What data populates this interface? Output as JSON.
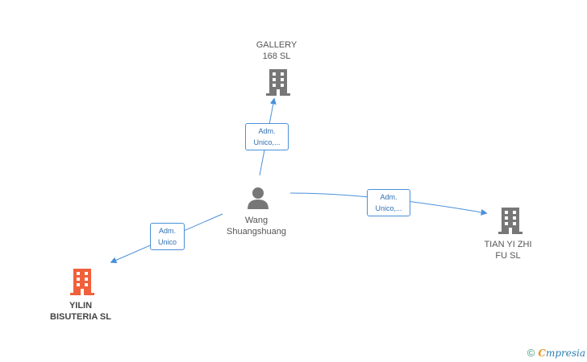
{
  "nodes": {
    "gallery": {
      "line1": "GALLERY",
      "line2": "168 SL",
      "type": "company",
      "color": "#777777"
    },
    "tian": {
      "line1": "TIAN YI ZHI",
      "line2": "FU  SL",
      "type": "company",
      "color": "#777777"
    },
    "yilin": {
      "line1": "YILIN",
      "line2": "BISUTERIA SL",
      "type": "company",
      "color": "#f0603a"
    },
    "person": {
      "line1": "Wang",
      "line2": "Shuangshuang",
      "type": "person",
      "color": "#777777"
    }
  },
  "edges": {
    "to_gallery": {
      "line1": "Adm.",
      "line2": "Unico,..."
    },
    "to_tian": {
      "line1": "Adm.",
      "line2": "Unico,..."
    },
    "to_yilin": {
      "line1": "Adm.",
      "line2": "Unico"
    }
  },
  "colors": {
    "edge": "#4a90d9",
    "edge_text": "#2f6fb3"
  },
  "footer": {
    "copyright": "©",
    "brand_first": "C",
    "brand_rest": "mpresia"
  }
}
